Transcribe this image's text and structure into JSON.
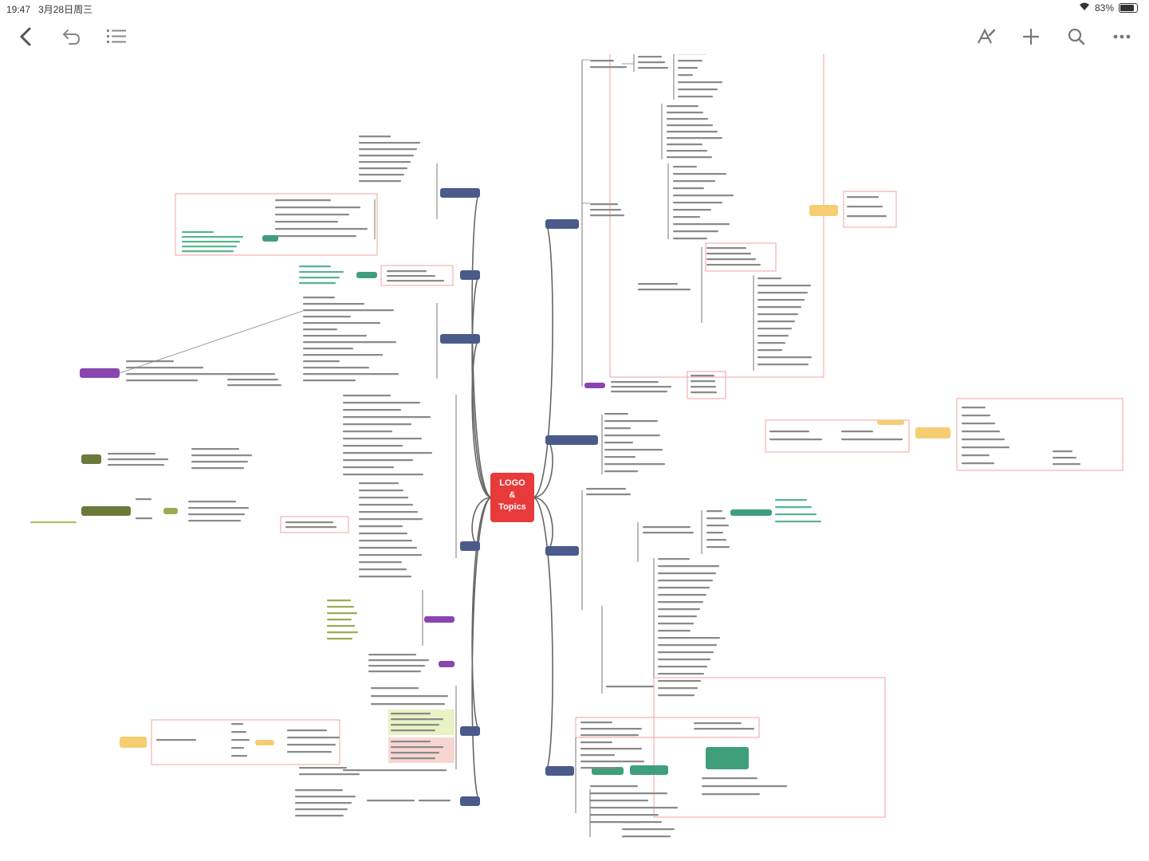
{
  "status": {
    "time": "19:47",
    "date": "3月28日周三",
    "battery": "83%",
    "battery_fraction": 0.83
  },
  "toolbar": {
    "back_icon": "chevron-left-icon",
    "undo_icon": "undo-icon",
    "outline_icon": "list-icon",
    "format_icon": "brush-icon",
    "add_icon": "plus-icon",
    "search_icon": "search-icon",
    "more_icon": "more-icon"
  },
  "colors": {
    "root": "#e83a3a",
    "branch": "#4a5a8a",
    "purple": "#8a45b0",
    "green": "#3f9f7a",
    "olive": "#6b7a3a",
    "yellow": "#f6cd72",
    "line": "#666666",
    "boundary": "#f3a0a0"
  },
  "mindmap": {
    "root": "LOGO\n&\nTopics",
    "branches": [
      {
        "label": "",
        "side": "left"
      },
      {
        "label": "",
        "side": "left"
      },
      {
        "label": "",
        "side": "left"
      },
      {
        "label": "",
        "side": "left"
      },
      {
        "label": "",
        "side": "left"
      },
      {
        "label": "",
        "side": "left"
      },
      {
        "label": "",
        "side": "right"
      },
      {
        "label": "",
        "side": "right"
      },
      {
        "label": "",
        "side": "right"
      },
      {
        "label": "",
        "side": "right"
      }
    ]
  }
}
